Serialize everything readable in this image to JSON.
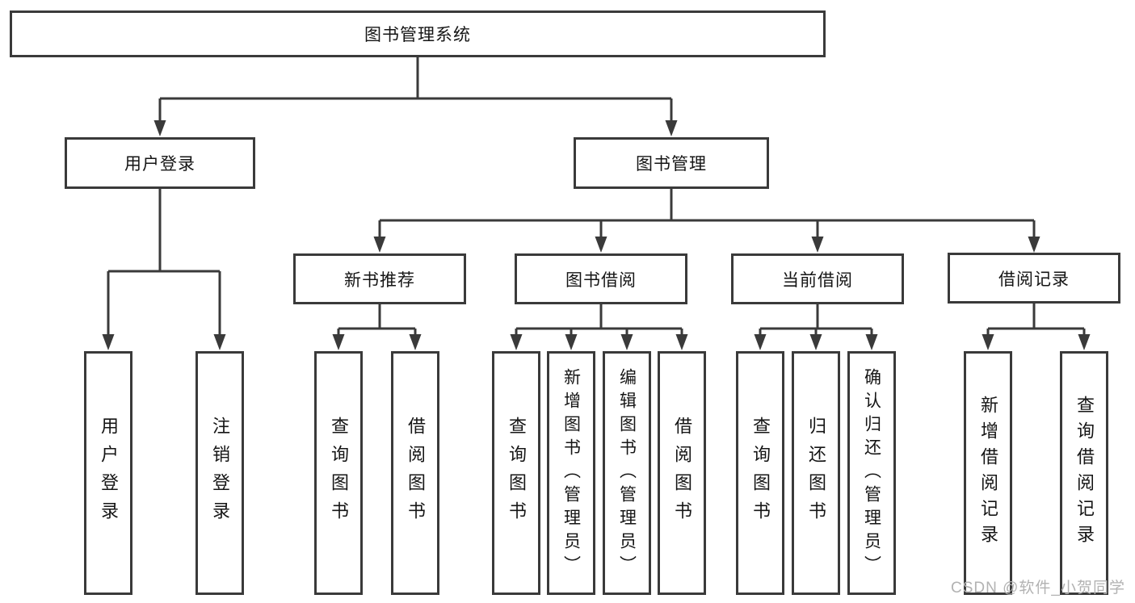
{
  "diagram": {
    "root": {
      "label": "图书管理系统",
      "children": [
        {
          "label": "用户登录",
          "children": [
            {
              "label": "用户登录"
            },
            {
              "label": "注销登录"
            }
          ]
        },
        {
          "label": "图书管理",
          "children": [
            {
              "label": "新书推荐",
              "children": [
                {
                  "label": "查询图书"
                },
                {
                  "label": "借阅图书"
                }
              ]
            },
            {
              "label": "图书借阅",
              "children": [
                {
                  "label": "查询图书"
                },
                {
                  "label": "新增图书（管理员）"
                },
                {
                  "label": "编辑图书（管理员）"
                },
                {
                  "label": "借阅图书"
                }
              ]
            },
            {
              "label": "当前借阅",
              "children": [
                {
                  "label": "查询图书"
                },
                {
                  "label": "归还图书"
                },
                {
                  "label": "确认归还（管理员）"
                }
              ]
            },
            {
              "label": "借阅记录",
              "children": [
                {
                  "label": "新增借阅记录"
                },
                {
                  "label": "查询借阅记录"
                }
              ]
            }
          ]
        }
      ]
    },
    "watermark": "CSDN @软件_小贺同学",
    "colors": {
      "line": "#3a3a3a",
      "text": "#151515",
      "watermark": "#b2b2b2",
      "background": "#ffffff"
    }
  }
}
